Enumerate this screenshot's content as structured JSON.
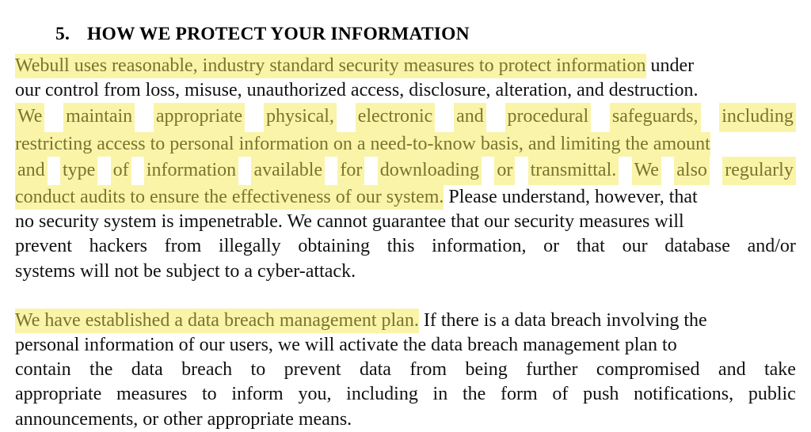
{
  "document": {
    "heading": {
      "number": "5.",
      "title": "HOW WE PROTECT YOUR INFORMATION"
    },
    "highlight_color": "#f9f4a8",
    "highlight_text_color": "#79742f",
    "body_text_color": "#111111",
    "paragraphs": [
      {
        "id": "paragraph-1",
        "lines": [
          {
            "id": "p1-l1",
            "justified": false,
            "runs": [
              {
                "highlight": true,
                "text": "Webull uses reasonable, industry standard security measures to protect information"
              },
              {
                "highlight": false,
                "text": " under"
              }
            ]
          },
          {
            "id": "p1-l2",
            "justified": false,
            "runs": [
              {
                "highlight": false,
                "text": "our control from loss, misuse, unauthorized access, disclosure, alteration, and destruction."
              }
            ]
          },
          {
            "id": "p1-l3",
            "justified": true,
            "highlight_full": true,
            "words": [
              "We",
              "maintain",
              "appropriate",
              "physical,",
              "electronic",
              "and",
              "procedural",
              "safeguards,",
              "including"
            ]
          },
          {
            "id": "p1-l4",
            "justified": false,
            "runs": [
              {
                "highlight": true,
                "text": "restricting access to personal information on a need-to-know basis, and limiting the amount"
              }
            ]
          },
          {
            "id": "p1-l5",
            "justified": true,
            "highlight_full": true,
            "words": [
              "and",
              "type",
              "of",
              "information",
              "available",
              "for",
              "downloading",
              "or",
              "transmittal.",
              "We",
              "also",
              "regularly"
            ]
          },
          {
            "id": "p1-l6",
            "justified": false,
            "runs": [
              {
                "highlight": true,
                "text": "conduct audits to ensure the effectiveness of our system."
              },
              {
                "highlight": false,
                "text": " Please understand, however, that"
              }
            ]
          },
          {
            "id": "p1-l7",
            "justified": false,
            "runs": [
              {
                "highlight": false,
                "text": "no security system is impenetrable. We cannot guarantee that our security measures will"
              }
            ]
          },
          {
            "id": "p1-l8",
            "justified": true,
            "highlight_full": false,
            "words": [
              "prevent",
              "hackers",
              "from",
              "illegally",
              "obtaining",
              "this",
              "information,",
              "or",
              "that",
              "our",
              "database",
              "and/or"
            ]
          },
          {
            "id": "p1-l9",
            "justified": false,
            "runs": [
              {
                "highlight": false,
                "text": "systems will not be subject to a cyber-attack."
              }
            ]
          }
        ]
      },
      {
        "id": "paragraph-2",
        "lines": [
          {
            "id": "p2-l1",
            "justified": false,
            "runs": [
              {
                "highlight": true,
                "text": "We have established a data breach management plan."
              },
              {
                "highlight": false,
                "text": " If there is a data breach involving the"
              }
            ]
          },
          {
            "id": "p2-l2",
            "justified": false,
            "runs": [
              {
                "highlight": false,
                "text": "personal information of our users, we will activate the data breach management plan to"
              }
            ]
          },
          {
            "id": "p2-l3",
            "justified": true,
            "highlight_full": false,
            "words": [
              "contain",
              "the",
              "data",
              "breach",
              "to",
              "prevent",
              "data",
              "from",
              "being",
              "further",
              "compromised",
              "and",
              "take"
            ]
          },
          {
            "id": "p2-l4",
            "justified": true,
            "highlight_full": false,
            "words": [
              "appropriate",
              "measures",
              "to",
              "inform",
              "you,",
              "including",
              "in",
              "the",
              "form",
              "of",
              "push",
              "notifications,",
              "public"
            ]
          },
          {
            "id": "p2-l5",
            "justified": false,
            "runs": [
              {
                "highlight": false,
                "text": "announcements, or other appropriate means."
              }
            ]
          }
        ]
      }
    ]
  }
}
